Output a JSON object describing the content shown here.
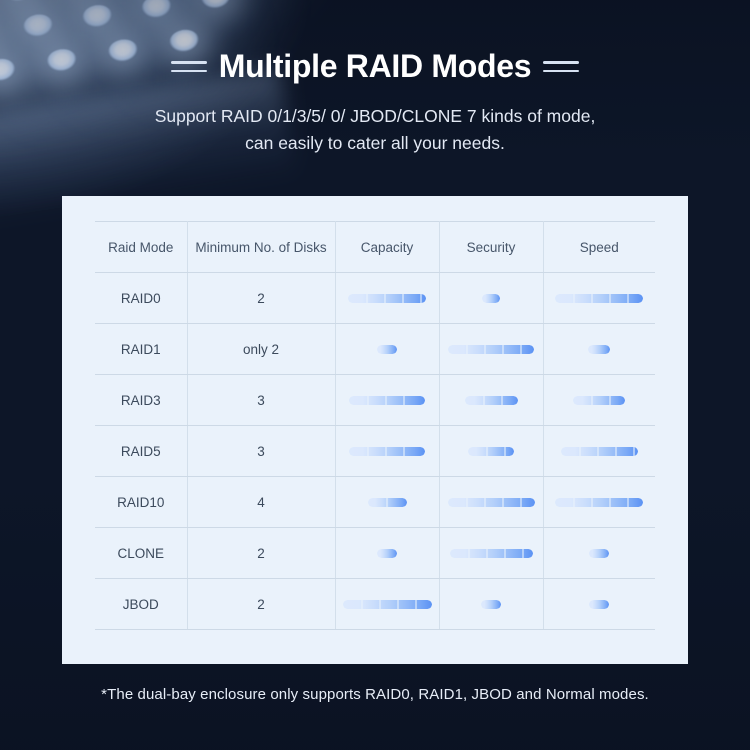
{
  "header": {
    "title": "Multiple RAID Modes",
    "subtitle_line1": "Support RAID 0/1/3/5/ 0/ JBOD/CLONE 7 kinds of mode,",
    "subtitle_line2": "can easily to cater all your needs."
  },
  "table": {
    "columns": [
      "Raid Mode",
      "Minimum No. of Disks",
      "Capacity",
      "Security",
      "Speed"
    ],
    "rows": [
      {
        "mode": "RAID0",
        "disks": "2",
        "capacity": 85,
        "security": 20,
        "speed": 88
      },
      {
        "mode": "RAID1",
        "disks": "only 2",
        "capacity": 22,
        "security": 93,
        "speed": 22
      },
      {
        "mode": "RAID3",
        "disks": "3",
        "capacity": 83,
        "security": 58,
        "speed": 52
      },
      {
        "mode": "RAID5",
        "disks": "3",
        "capacity": 83,
        "security": 50,
        "speed": 77
      },
      {
        "mode": "RAID10",
        "disks": "4",
        "capacity": 42,
        "security": 95,
        "speed": 88
      },
      {
        "mode": "CLONE",
        "disks": "2",
        "capacity": 22,
        "security": 90,
        "speed": 20
      },
      {
        "mode": "JBOD",
        "disks": "2",
        "capacity": 97,
        "security": 22,
        "speed": 20
      }
    ]
  },
  "footnote": "*The dual-bay enclosure only supports RAID0, RAID1, JBOD and Normal modes.",
  "colors": {
    "panel_bg": "#eaf2fb",
    "bar_light": "#dce9fd",
    "bar_dark": "#5b92f4",
    "text_dark": "#33404f",
    "text_light": "#e7edf7"
  }
}
